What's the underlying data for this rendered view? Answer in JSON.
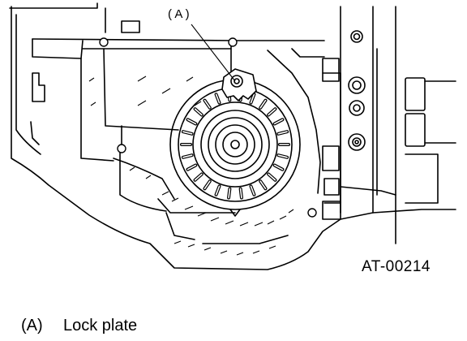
{
  "figure": {
    "callout_label": "( A )",
    "figure_id": "AT-00214"
  },
  "legend": {
    "items": [
      {
        "key": "(A)",
        "text": "Lock plate"
      }
    ]
  },
  "colors": {
    "line": "#000000",
    "background": "#ffffff"
  }
}
